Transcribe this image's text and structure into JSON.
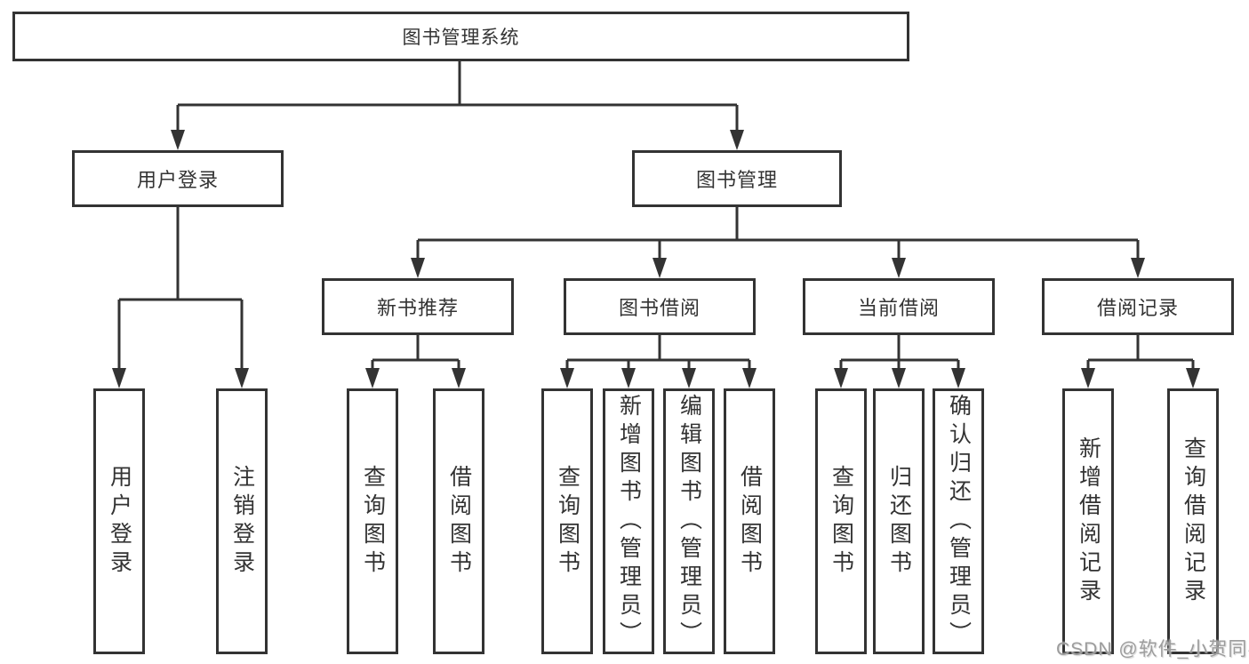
{
  "diagram": {
    "root": {
      "label": "图书管理系统"
    },
    "user_login": {
      "label": "用户登录",
      "children": [
        {
          "label": "用户登录"
        },
        {
          "label": "注销登录"
        }
      ]
    },
    "book_management": {
      "label": "图书管理",
      "modules": [
        {
          "label": "新书推荐",
          "children": [
            {
              "label": "查询图书"
            },
            {
              "label": "借阅图书"
            }
          ]
        },
        {
          "label": "图书借阅",
          "children": [
            {
              "label": "查询图书"
            },
            {
              "label": "新增图书（管理员）"
            },
            {
              "label": "编辑图书（管理员）"
            },
            {
              "label": "借阅图书"
            }
          ]
        },
        {
          "label": "当前借阅",
          "children": [
            {
              "label": "查询图书"
            },
            {
              "label": "归还图书"
            },
            {
              "label": "确认归还（管理员）"
            }
          ]
        },
        {
          "label": "借阅记录",
          "children": [
            {
              "label": "新增借阅记录"
            },
            {
              "label": "查询借阅记录"
            }
          ]
        }
      ]
    },
    "watermark": "CSDN @软件_小贺同学",
    "colors": {
      "line": "#333333",
      "text": "#333333",
      "watermark_gray": "#9c9c9c",
      "background": "#ffffff"
    }
  }
}
